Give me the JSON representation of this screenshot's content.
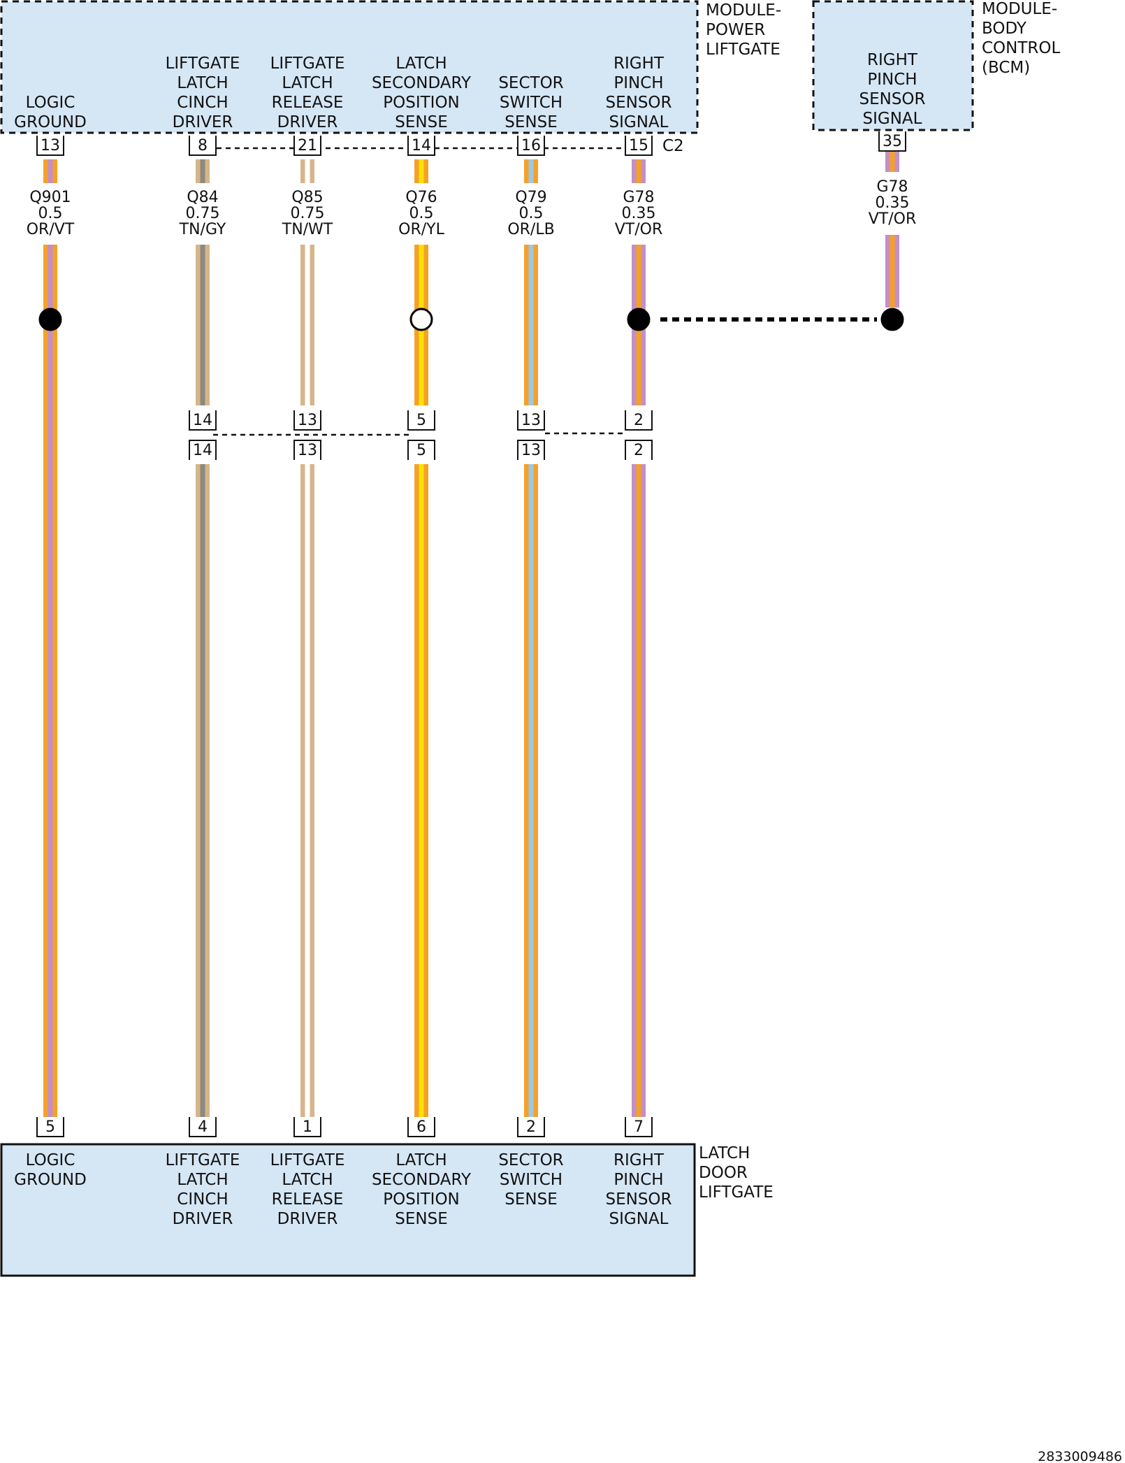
{
  "doc_id": "2833009486",
  "colors": {
    "OR": "#f4a12a",
    "VT": "#c48fc4",
    "TN": "#d7b58a",
    "GY": "#8a8a80",
    "WT": "#ffffff",
    "YL": "#fde000",
    "LB": "#9cc8e6",
    "module_fill": "#d5e6f5",
    "line": "#111111"
  },
  "modules": [
    {
      "id": "liftgate_module",
      "name": [
        "MODULE-",
        "POWER",
        "LIFTGATE"
      ],
      "connector": "C2",
      "functions": [
        [
          "LOGIC",
          "GROUND"
        ],
        [
          "LIFTGATE",
          "LATCH",
          "CINCH",
          "DRIVER"
        ],
        [
          "LIFTGATE",
          "LATCH",
          "RELEASE",
          "DRIVER"
        ],
        [
          "LATCH",
          "SECONDARY",
          "POSITION",
          "SENSE"
        ],
        [
          "SECTOR",
          "SWITCH",
          "SENSE"
        ],
        [
          "RIGHT",
          "PINCH",
          "SENSOR",
          "SIGNAL"
        ]
      ],
      "pins": [
        "13",
        "8",
        "21",
        "14",
        "16",
        "15"
      ]
    },
    {
      "id": "bcm",
      "name": [
        "MODULE-",
        "BODY",
        "CONTROL",
        "(BCM)"
      ],
      "functions": [
        [
          "RIGHT",
          "PINCH",
          "SENSOR",
          "SIGNAL"
        ]
      ],
      "pins": [
        "35"
      ]
    },
    {
      "id": "latch",
      "name": [
        "LATCH",
        "DOOR",
        "LIFTGATE"
      ],
      "functions": [
        [
          "LOGIC",
          "GROUND"
        ],
        [
          "LIFTGATE",
          "LATCH",
          "CINCH",
          "DRIVER"
        ],
        [
          "LIFTGATE",
          "LATCH",
          "RELEASE",
          "DRIVER"
        ],
        [
          "LATCH",
          "SECONDARY",
          "POSITION",
          "SENSE"
        ],
        [
          "SECTOR",
          "SWITCH",
          "SENSE"
        ],
        [
          "RIGHT",
          "PINCH",
          "SENSOR",
          "SIGNAL"
        ]
      ],
      "pins": [
        "5",
        "4",
        "1",
        "6",
        "2",
        "7"
      ]
    }
  ],
  "wires": [
    {
      "circuit": "Q901",
      "gauge": "0.5",
      "color_code": "OR/VT",
      "base": "OR",
      "stripe": "VT"
    },
    {
      "circuit": "Q84",
      "gauge": "0.75",
      "color_code": "TN/GY",
      "base": "TN",
      "stripe": "GY"
    },
    {
      "circuit": "Q85",
      "gauge": "0.75",
      "color_code": "TN/WT",
      "base": "TN",
      "stripe": "WT"
    },
    {
      "circuit": "Q76",
      "gauge": "0.5",
      "color_code": "OR/YL",
      "base": "OR",
      "stripe": "YL"
    },
    {
      "circuit": "Q79",
      "gauge": "0.5",
      "color_code": "OR/LB",
      "base": "OR",
      "stripe": "LB"
    },
    {
      "circuit": "G78",
      "gauge": "0.35",
      "color_code": "VT/OR",
      "base": "VT",
      "stripe": "OR"
    }
  ],
  "bcm_wire": {
    "circuit": "G78",
    "gauge": "0.35",
    "color_code": "VT/OR",
    "base": "VT",
    "stripe": "OR"
  },
  "inline_connector": {
    "upper_pins": [
      "14",
      "13",
      "5",
      "13",
      "2"
    ],
    "lower_pins": [
      "14",
      "13",
      "5",
      "13",
      "2"
    ]
  },
  "splices": [
    {
      "wire": "Q901",
      "filled": true
    },
    {
      "wire": "Q76",
      "filled": false
    },
    {
      "wire": "G78",
      "filled": true
    },
    {
      "wire": "G78 (BCM)",
      "filled": true
    }
  ]
}
